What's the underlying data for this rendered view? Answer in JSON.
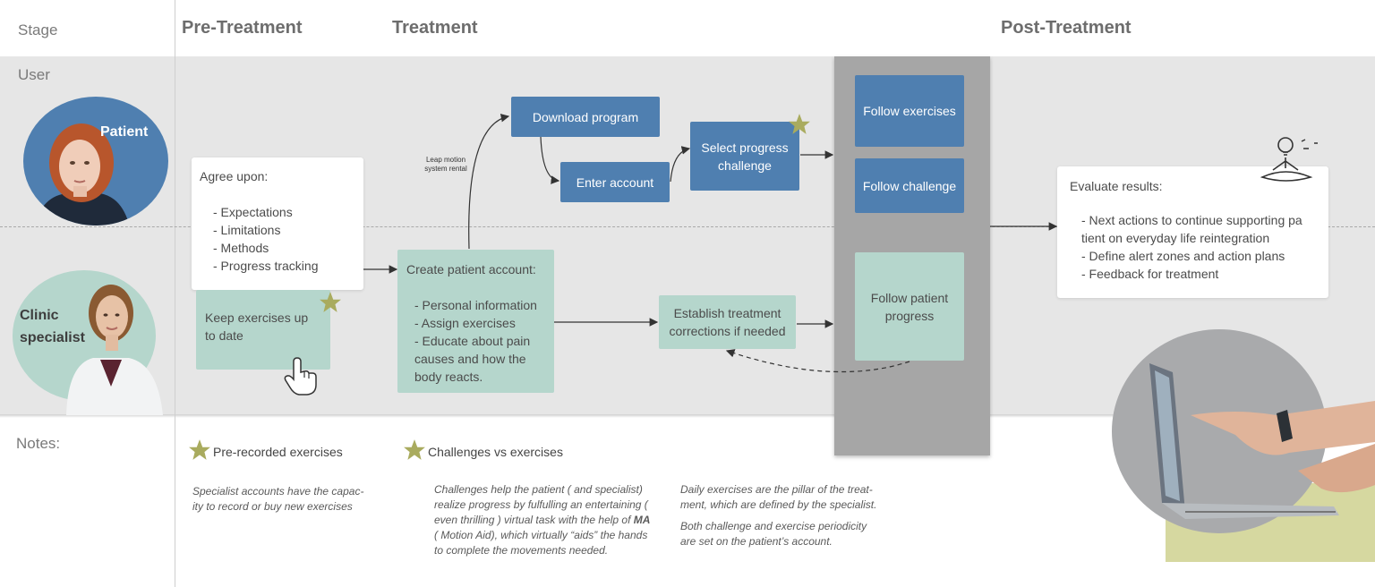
{
  "stages": {
    "label": "Stage",
    "pre": "Pre-Treatment",
    "treatment": "Treatment",
    "post": "Post-Treatment"
  },
  "rows": {
    "user": "User",
    "notes": "Notes:",
    "patient": "Patient",
    "clinic_specialist": "Clinic\nspecialist"
  },
  "boxes": {
    "agree_title": "Agree upon:",
    "agree_items": [
      "- Expectations",
      "- Limitations",
      "- Methods",
      "- Progress tracking"
    ],
    "keep_exercises": "Keep exercises up to date",
    "leap_motion": "Leap motion system rental",
    "download_program": "Download program",
    "enter_account": "Enter account",
    "select_progress": "Select progress challenge",
    "create_account_title": "Create patient account:",
    "create_account_items": [
      "- Personal information",
      "- Assign exercises",
      "- Educate about pain causes and how the body reacts."
    ],
    "establish_corrections": "Establish treatment corrections if needed",
    "follow_exercises": "Follow exercises",
    "follow_challenge": "Follow challenge",
    "follow_patient_progress": "Follow patient progress",
    "evaluate_title": "Evaluate results:",
    "evaluate_items": [
      "- Next actions to continue supporting pa tient on everyday life reintegration",
      "- Define alert zones and action plans",
      "- Feedback for treatment"
    ]
  },
  "notes": {
    "star1_title": "Pre-recorded exercises",
    "star1_text": "Specialist accounts have the capac-ity to record or buy new exercises",
    "star2_title": "Challenges vs exercises",
    "star2_text_a": "Challenges help the patient ( and specialist) realize progress by fulfulling an entertaining ( even thrilling ) virtual task with the help of ",
    "star2_text_bold": "MA",
    "star2_text_b": " ( Motion Aid), which virtually “aids” the hands to complete the movements needed.",
    "daily_text_1": "Daily exercises are the pillar of the treat-ment, which are defined by the specialist.",
    "daily_text_2": "Both challenge and exercise periodicity are set on the patient’s account."
  },
  "colors": {
    "blue_box": "#4f7fb0",
    "green_box": "#b5d6cc",
    "star": "#a9ab5e",
    "patient_circle": "#4f7fb0",
    "specialist_circle": "#b5d6cc",
    "band": "#e6e6e6",
    "gray_column": "#a6a6a6"
  },
  "icons": [
    "star-icon",
    "pointing-hand-icon",
    "meditation-lightbulb-icon",
    "arrow-icon"
  ]
}
